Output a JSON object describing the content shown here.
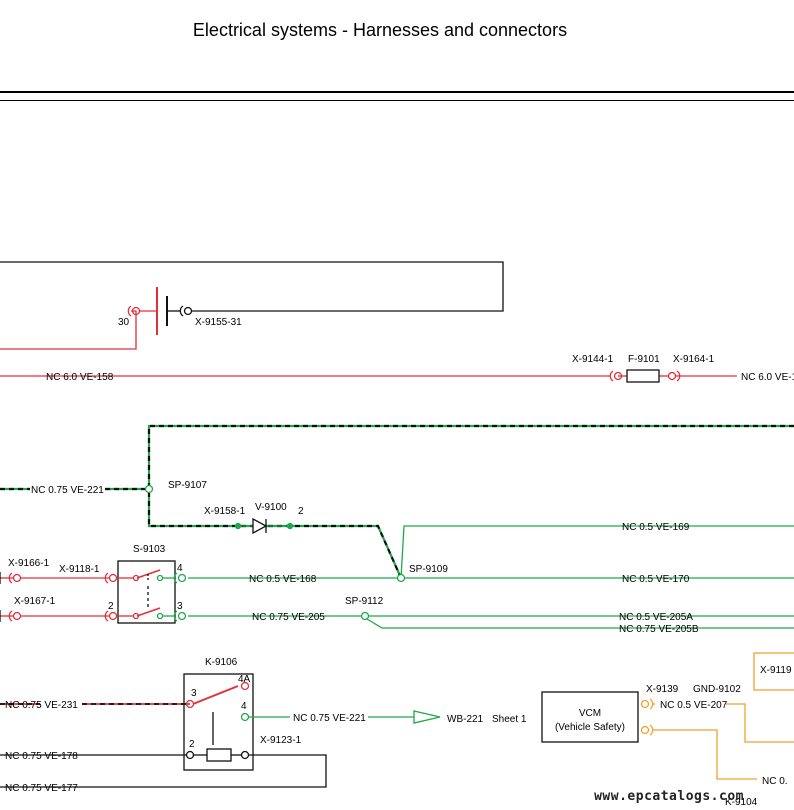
{
  "header": {
    "title": "Electrical systems - Harnesses and connectors"
  },
  "colors": {
    "red": "#e0303a",
    "green": "#1fa84a",
    "orange": "#f2a030",
    "black": "#111111",
    "dash_overlay": "#111111"
  },
  "labels": {
    "pin_30": "30",
    "x9155_31": "X-9155-31",
    "x9144_1": "X-9144-1",
    "f9101": "F-9101",
    "x9164_1": "X-9164-1",
    "wire_ve158_left": "NC 6.0 VE-158",
    "wire_ve158_right": "NC 6.0 VE-1",
    "wire_ve221_upper": "NC 0.75 VE-221",
    "sp9107": "SP-9107",
    "x9158_1": "X-9158-1",
    "v9100": "V-9100",
    "pin_2_diode": "2",
    "wire_ve169": "NC 0.5 VE-169",
    "s9103": "S-9103",
    "x9166_1": "X-9166-1",
    "x9118_1": "X-9118-1",
    "x9167_1": "X-9167-1",
    "pin_4_s": "4",
    "pin_2_s": "2",
    "pin_3_s": "3",
    "wire_ve168": "NC 0.5 VE-168",
    "sp9109": "SP-9109",
    "wire_ve170": "NC 0.5 VE-170",
    "wire_ve205": "NC 0.75 VE-205",
    "sp9112": "SP-9112",
    "wire_ve205a": "NC 0.5 VE-205A",
    "wire_ve205b": "NC 0.75 VE-205B",
    "k9106": "K-9106",
    "pin_3_k": "3",
    "pin_4a_k": "4A",
    "pin_4_k": "4",
    "pin_2_k": "2",
    "wire_ve231": "NC 0.75 VE-231",
    "wire_ve221_lower": "NC 0.75 VE-221",
    "wb221": "WB-221",
    "sheet1": "Sheet 1",
    "x9123_1": "X-9123-1",
    "wire_ve178": "NC 0.75 VE-178",
    "wire_ve177": "NC 0.75 VE-177",
    "vcm_name": "VCM",
    "vcm_desc": "(Vehicle Safety)",
    "x9139": "X-9139",
    "gnd9102": "GND-9102",
    "wire_ve207": "NC 0.5 VE-207",
    "x9119": "X-9119",
    "wire_nc_bottom": "NC 0.",
    "k9104": "K-9104"
  },
  "footer": {
    "watermark": "www.epcatalogs.com"
  }
}
